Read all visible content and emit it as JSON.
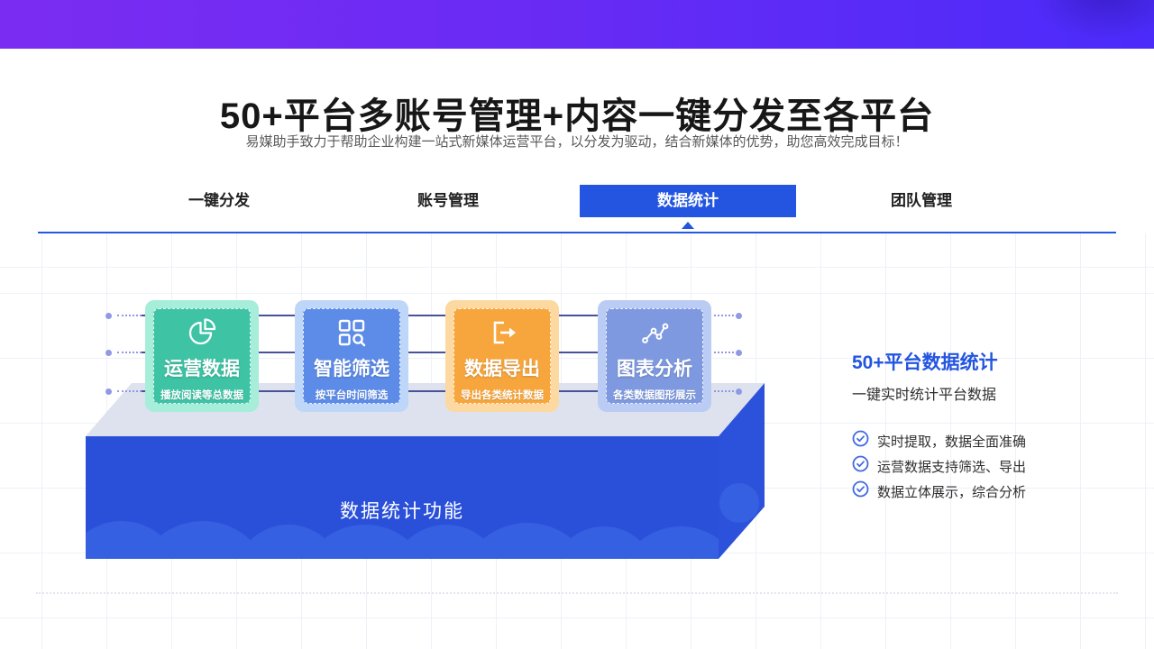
{
  "banner": {
    "gradient_left": "#7b2cf2",
    "gradient_right": "#4b2bfa"
  },
  "hero": {
    "title": "50+平台多账号管理+内容一键分发至各平台",
    "subtitle": "易媒助手致力于帮助企业构建一站式新媒体运营平台，以分发为驱动，结合新媒体的优势，助您高效完成目标！"
  },
  "tabs": {
    "active_color": "#2355e0",
    "items": [
      {
        "label": "一键分发",
        "active": false
      },
      {
        "label": "账号管理",
        "active": false
      },
      {
        "label": "数据统计",
        "active": true
      },
      {
        "label": "团队管理",
        "active": false
      }
    ]
  },
  "showcase": {
    "connector_color": "#47529b",
    "dot_color": "#9199e3",
    "cards": [
      {
        "title": "运营数据",
        "subtitle": "播放阅读等总数据",
        "icon": "pie-chart-icon",
        "color": "#3ec3a5",
        "tint": "#a6edda"
      },
      {
        "title": "智能筛选",
        "subtitle": "按平台时间筛选",
        "icon": "grid-search-icon",
        "color": "#5c8be8",
        "tint": "#bed6f8"
      },
      {
        "title": "数据导出",
        "subtitle": "导出各类统计数据",
        "icon": "export-icon",
        "color": "#f7a63d",
        "tint": "#fbd9a1"
      },
      {
        "title": "图表分析",
        "subtitle": "各类数据图形展示",
        "icon": "scatter-chart-icon",
        "color": "#7e99df",
        "tint": "#baccf3"
      }
    ],
    "platform": {
      "label": "数据统计功能",
      "front_color": "#2a50da",
      "top_color": "#dde2ee",
      "cloud_color": "#3560e2"
    }
  },
  "panel": {
    "heading": "50+平台数据统计",
    "subheading": "一键实时统计平台数据",
    "accent": "#2355e0",
    "check_color": "#4169e1",
    "items": [
      {
        "label": "实时提取，数据全面准确"
      },
      {
        "label": "运营数据支持筛选、导出"
      },
      {
        "label": "数据立体展示，综合分析"
      }
    ]
  }
}
